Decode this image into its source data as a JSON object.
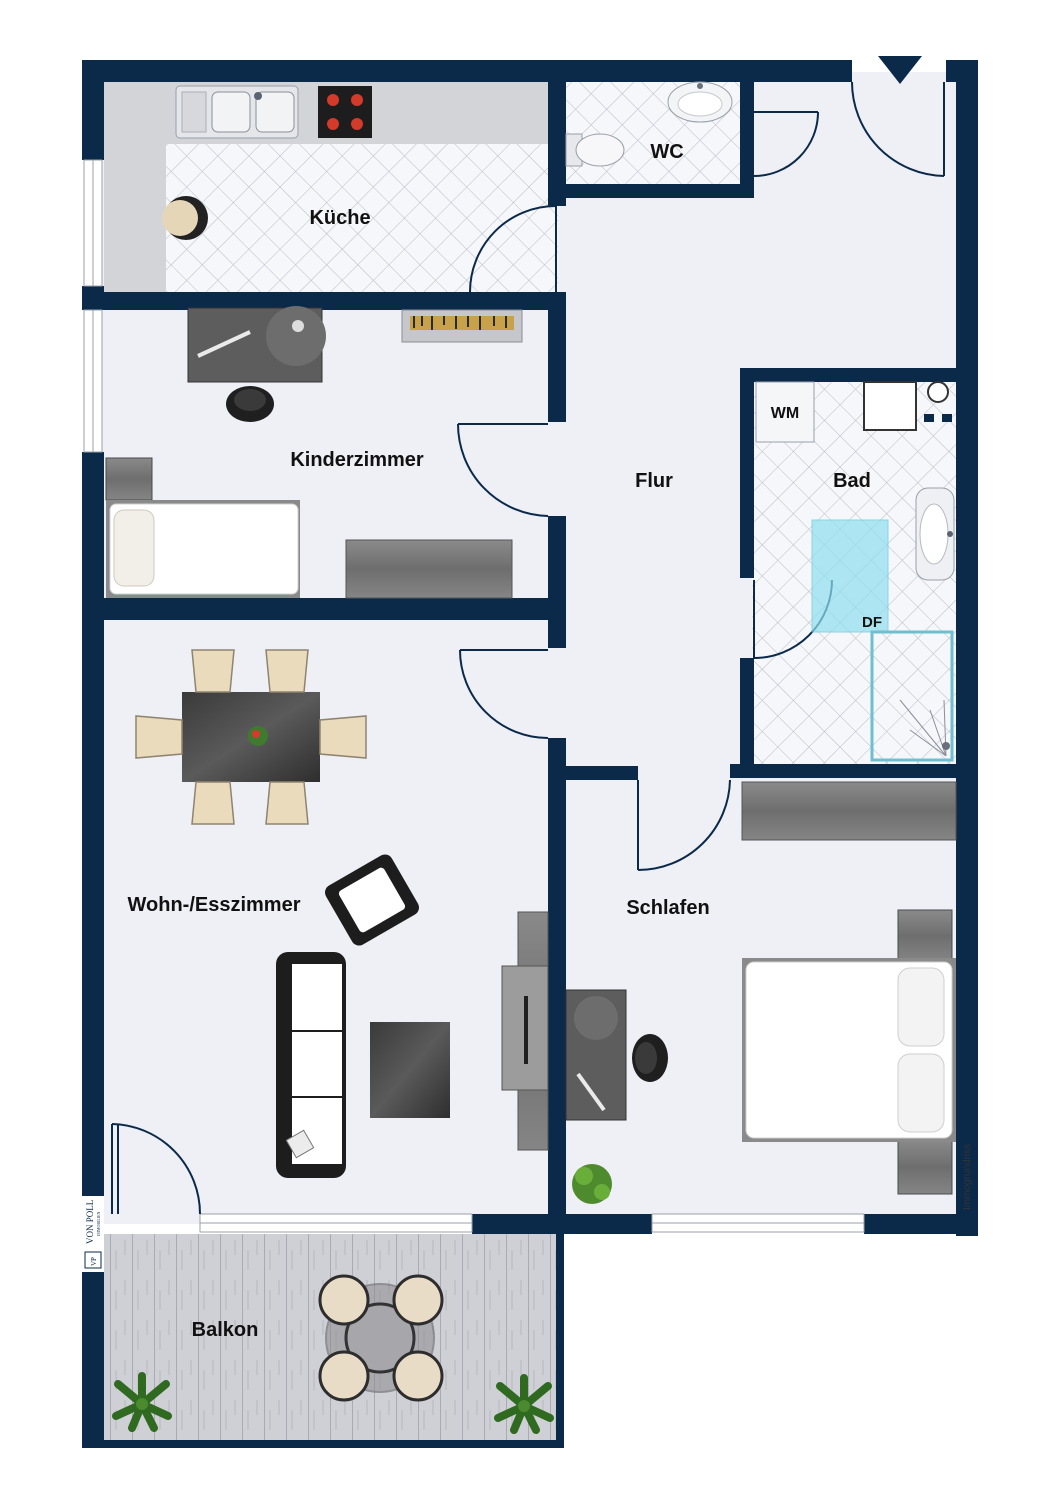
{
  "rooms": {
    "kueche": "Küche",
    "wc": "WC",
    "kinderzimmer": "Kinderzimmer",
    "flur": "Flur",
    "bad": "Bad",
    "wohn_esszimmer": "Wohn-/Esszimmer",
    "schlafen": "Schlafen",
    "balkon": "Balkon"
  },
  "fixtures": {
    "washing_machine": "WM",
    "shower_window": "DF"
  },
  "side_caption": "Immogrundriss",
  "logo": {
    "name": "VON POLL",
    "subtitle": "IMMOBILIEN",
    "monogram": "VP"
  },
  "colors": {
    "wall": "#0b2a4a",
    "floor": "#eef0f6",
    "tile": "#f4f5f8",
    "counter": "#d2d4d8",
    "dark_furniture": "#555555",
    "wood_grey": "#7c7c7c",
    "deck": "#c9c9cf"
  }
}
